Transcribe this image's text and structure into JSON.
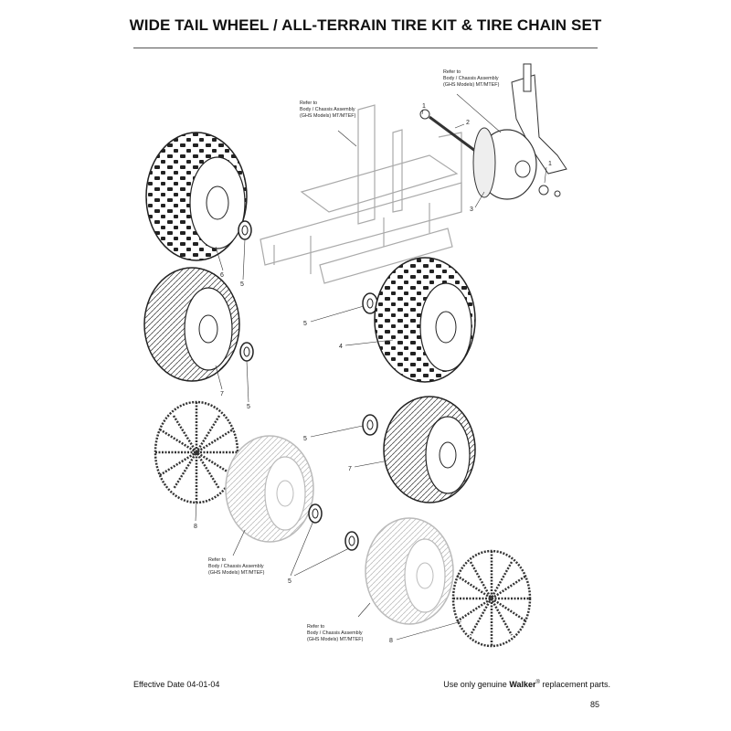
{
  "title": "WIDE TAIL WHEEL / ALL-TERRAIN TIRE KIT & TIRE CHAIN SET",
  "callouts": {
    "top_right": [
      "Refer to",
      "Body / Chassis Assembly",
      "(GHS Models) MT/MTEF)"
    ],
    "top_center": [
      "Refer to",
      "Body / Chassis Assembly",
      "(GHS Models) MT/MTEF)"
    ],
    "bottom_left": [
      "Refer to",
      "Body / Chassis Assembly",
      "(GHS Models) MT/MTEF)"
    ],
    "bottom_center": [
      "Refer to",
      "Body / Chassis Assembly",
      "(GHS Models) MT/MTEF)"
    ]
  },
  "part_numbers": {
    "p1a": "1",
    "p2": "2",
    "p1b": "1",
    "p3": "3",
    "p6": "6",
    "p5a": "5",
    "p5b": "5",
    "p4": "4",
    "p7a": "7",
    "p5c": "5",
    "p5d": "5",
    "p7b": "7",
    "p8a": "8",
    "p5e": "5",
    "p8b": "8"
  },
  "footer": {
    "effective_date": "Effective Date 04-01-04",
    "notice_prefix": "Use only genuine",
    "brand": "Walker",
    "registered": "®",
    "notice_suffix": "replacement parts.",
    "page_number": "85"
  }
}
